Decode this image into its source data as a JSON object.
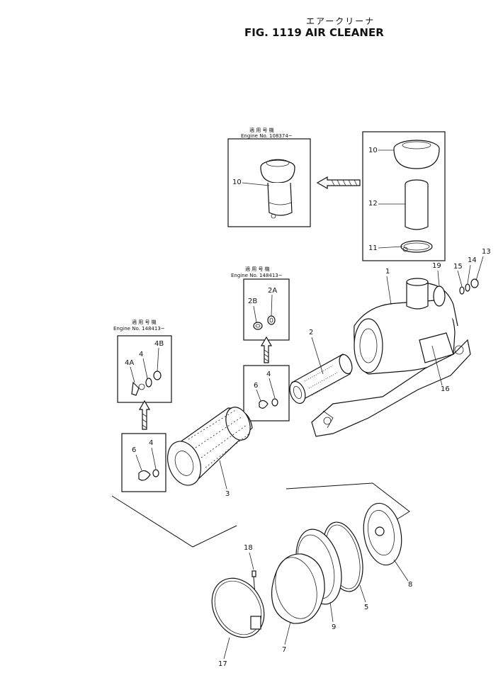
{
  "title": {
    "jp": "エアークリーナ",
    "en": "FIG. 1119  AIR CLEANER"
  },
  "insets": {
    "top_left": {
      "jp": "適 用 号 機",
      "engine": "Engine No. 108374~"
    },
    "mid": {
      "jp": "適 用 号 機",
      "engine": "Engine No. 148413~"
    },
    "left": {
      "jp": "適 用 号 機",
      "engine": "Engine No. 148413~"
    }
  },
  "callouts": {
    "c1": "1",
    "c2": "2",
    "c2A": "2A",
    "c2B": "2B",
    "c3": "3",
    "c4a": "4",
    "c4b": "4",
    "c4c": "4",
    "c4A": "4A",
    "c4B": "4B",
    "c5": "5",
    "c6a": "6",
    "c6b": "6",
    "c7": "7",
    "c8": "8",
    "c9": "9",
    "c10a": "10",
    "c10b": "10",
    "c11": "11",
    "c12": "12",
    "c13": "13",
    "c14": "14",
    "c15": "15",
    "c16": "16",
    "c17": "17",
    "c18": "18",
    "c19": "19"
  }
}
